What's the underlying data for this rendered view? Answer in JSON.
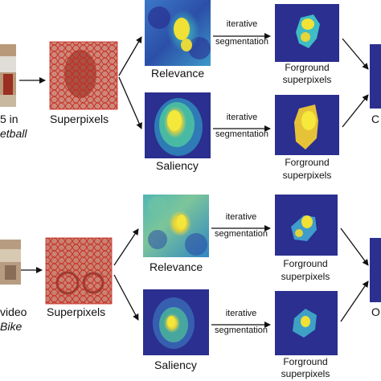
{
  "top": {
    "source_line1": "5 in",
    "source_line2": "etball",
    "superpixels": "Superpixels",
    "relevance": "Relevance",
    "saliency": "Saliency",
    "iter_relevance_1": "iterative",
    "iter_relevance_2": "segmentation",
    "iter_saliency_1": "iterative",
    "iter_saliency_2": "segmentation",
    "fg_relevance_1": "Forground",
    "fg_relevance_2": "superpixels",
    "fg_saliency_1": "Forground",
    "fg_saliency_2": "superpixels",
    "output_partial": "C"
  },
  "bottom": {
    "source_line1": "video",
    "source_line2": "Bike",
    "superpixels": "Superpixels",
    "relevance": "Relevance",
    "saliency": "Saliency",
    "iter_relevance_1": "iterative",
    "iter_relevance_2": "segmentation",
    "iter_saliency_1": "iterative",
    "iter_saliency_2": "segmentation",
    "fg_relevance_1": "Forground",
    "fg_relevance_2": "superpixels",
    "fg_saliency_1": "Forground",
    "fg_saliency_2": "superpixels",
    "output_partial": "O"
  },
  "colors": {
    "map_background": "#2b2f8f",
    "map_mid": "#3fa6c8",
    "map_high": "#f5e33a",
    "superpixel_red": "#c8281e",
    "arrow": "#111111"
  }
}
